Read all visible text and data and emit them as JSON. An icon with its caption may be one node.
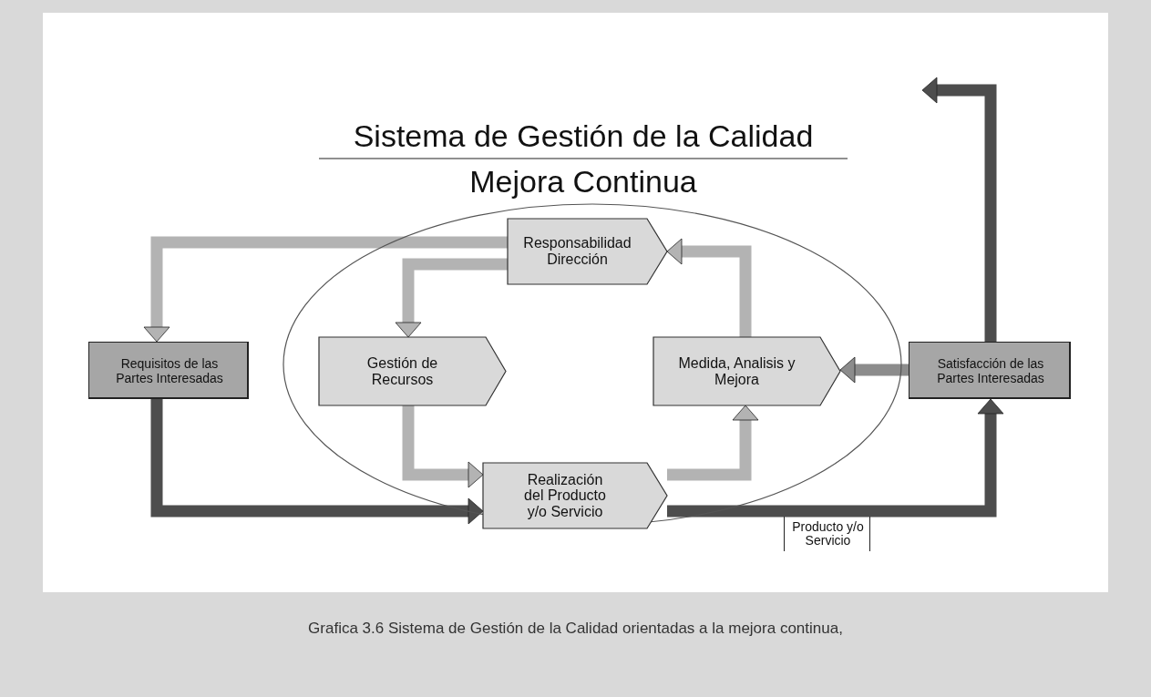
{
  "diagram": {
    "title": "Sistema de Gestión de la Calidad",
    "caption": "Grafica 3.6 Sistema de Gestión de la Calidad orientadas a la mejora continua,",
    "nodes": [
      {
        "text": [],
        "shape": "ellipse"
      },
      {
        "text": [
          "Responsabilidad Dirección"
        ],
        "in": 0
      },
      {
        "text": [
          "Gestión de Recursos"
        ],
        "in": 0
      },
      {
        "text": [
          "Medida, Analisis y Mejora"
        ],
        "in": 0
      },
      {
        "text": [
          "Realización del Producto y/o Servicio"
        ],
        "in": 0
      },
      {
        "text": [
          "Requisitos de las Partes Interesadas"
        ]
      },
      {
        "text": [
          "Satisfacción de las Partes Interesadas"
        ]
      },
      {
        "text": [
          "Producto y/o Servicio"
        ]
      }
    ],
    "edges": [
      {
        "from": 1,
        "to": 5,
        "arrow": "to"
      },
      {
        "from": 1,
        "to": 2,
        "arrow": "to"
      },
      {
        "from": 3,
        "to": 1,
        "arrow": "to"
      },
      {
        "from": 2,
        "to": 4,
        "arrow": "to"
      },
      {
        "from": 4,
        "to": 3,
        "arrow": "to"
      },
      {
        "from": 6,
        "to": 3,
        "arrow": "to",
        "color": "#8c8c8c"
      },
      {
        "from": 5,
        "to": 4,
        "arrow": "to",
        "color": "#4d4d4d"
      },
      {
        "from": 4,
        "to": 6,
        "arrow": "to",
        "color": "#4d4d4d"
      },
      {
        "from": 6,
        "to": null,
        "arrow": "to",
        "color": "#4d4d4d"
      }
    ],
    "labels": [
      "Mejora Continua"
    ]
  }
}
